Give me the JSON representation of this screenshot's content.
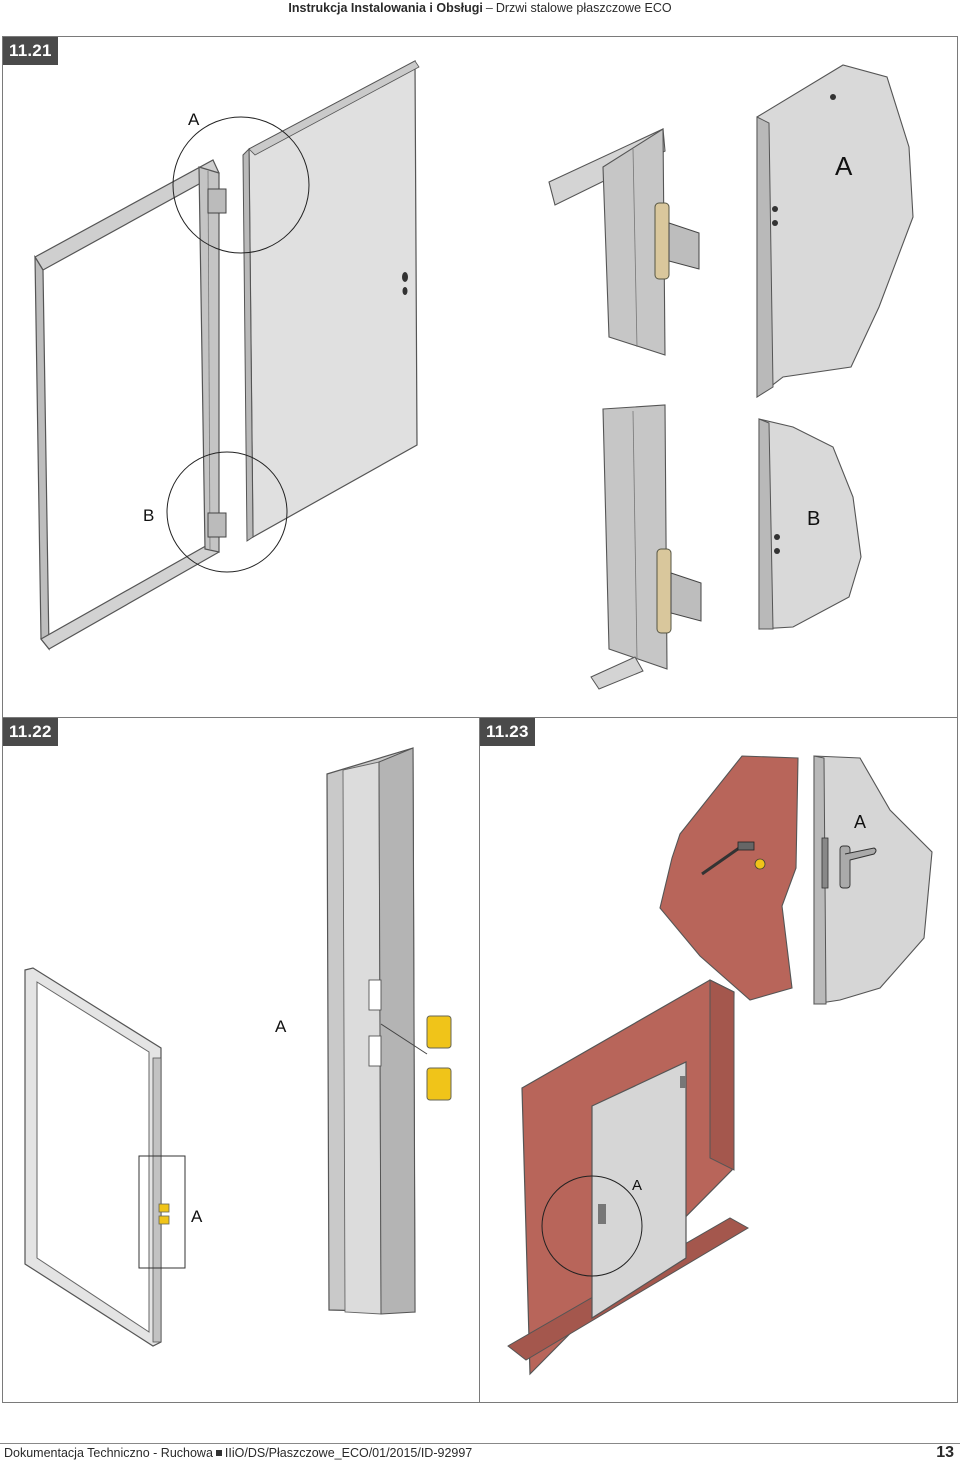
{
  "header": {
    "title_bold": "Instrukcja Instalowania i Obsługi",
    "separator": "–",
    "subtitle": "Drzwi stalowe płaszczowe ECO"
  },
  "panels": {
    "p1121": {
      "label": "11.21",
      "callouts": {
        "a_circle": "A",
        "b_circle": "B",
        "a_detail": "A",
        "b_detail": "B"
      }
    },
    "p1122": {
      "label": "11.22",
      "callouts": {
        "a_frame": "A",
        "a_detail": "A"
      }
    },
    "p1123": {
      "label": "11.23",
      "callouts": {
        "a_detail": "A",
        "a_wall": "A"
      }
    }
  },
  "footer": {
    "left_text": "Dokumentacja Techniczno - Ruchowa",
    "doc_code": "IIiO/DS/Płaszczowe_ECO/01/2015/ID-92997",
    "page_number": "13"
  },
  "colors": {
    "panel_label_bg": "#4a4a4a",
    "frame_gray": "#c8c8c8",
    "door_gray": "#dedede",
    "brick": "#b8655a",
    "hinge_tan": "#d9c79c",
    "latch_yellow": "#f0c419"
  }
}
